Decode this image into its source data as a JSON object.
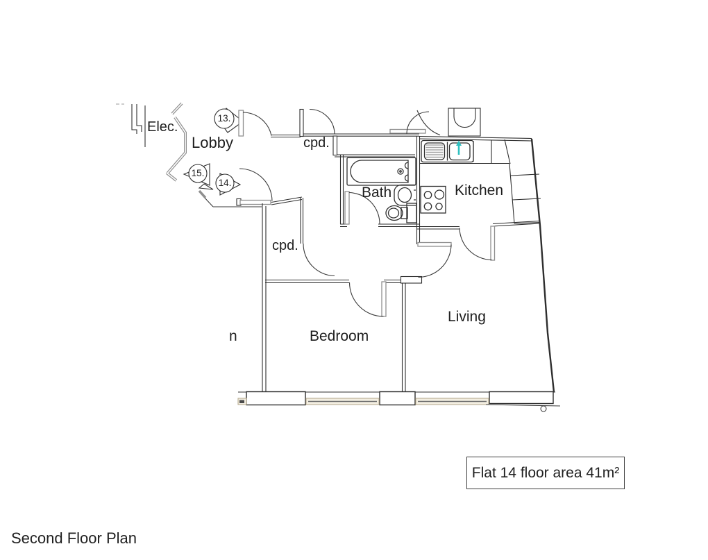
{
  "plan": {
    "title": "Second Floor Plan",
    "area_note": "Flat 14 floor area 41m²",
    "labels": {
      "elec": "Elec.",
      "lobby": "Lobby",
      "cpd_top": "cpd.",
      "cpd_hall": "cpd.",
      "bath": "Bath",
      "kitchen": "Kitchen",
      "living": "Living",
      "bedroom": "Bedroom",
      "neighbor_fragment": "n"
    },
    "door_markers": [
      {
        "label": "13."
      },
      {
        "label": "15."
      },
      {
        "label": "14."
      }
    ],
    "colors": {
      "ink": "#2e2e2e",
      "grey": "#8f8f8f",
      "window_fill": "#f3eee1",
      "window_edge": "#b9ad92",
      "hatch_dark": "#4a4a4a",
      "tap_teal": "#2fc1c1"
    }
  }
}
